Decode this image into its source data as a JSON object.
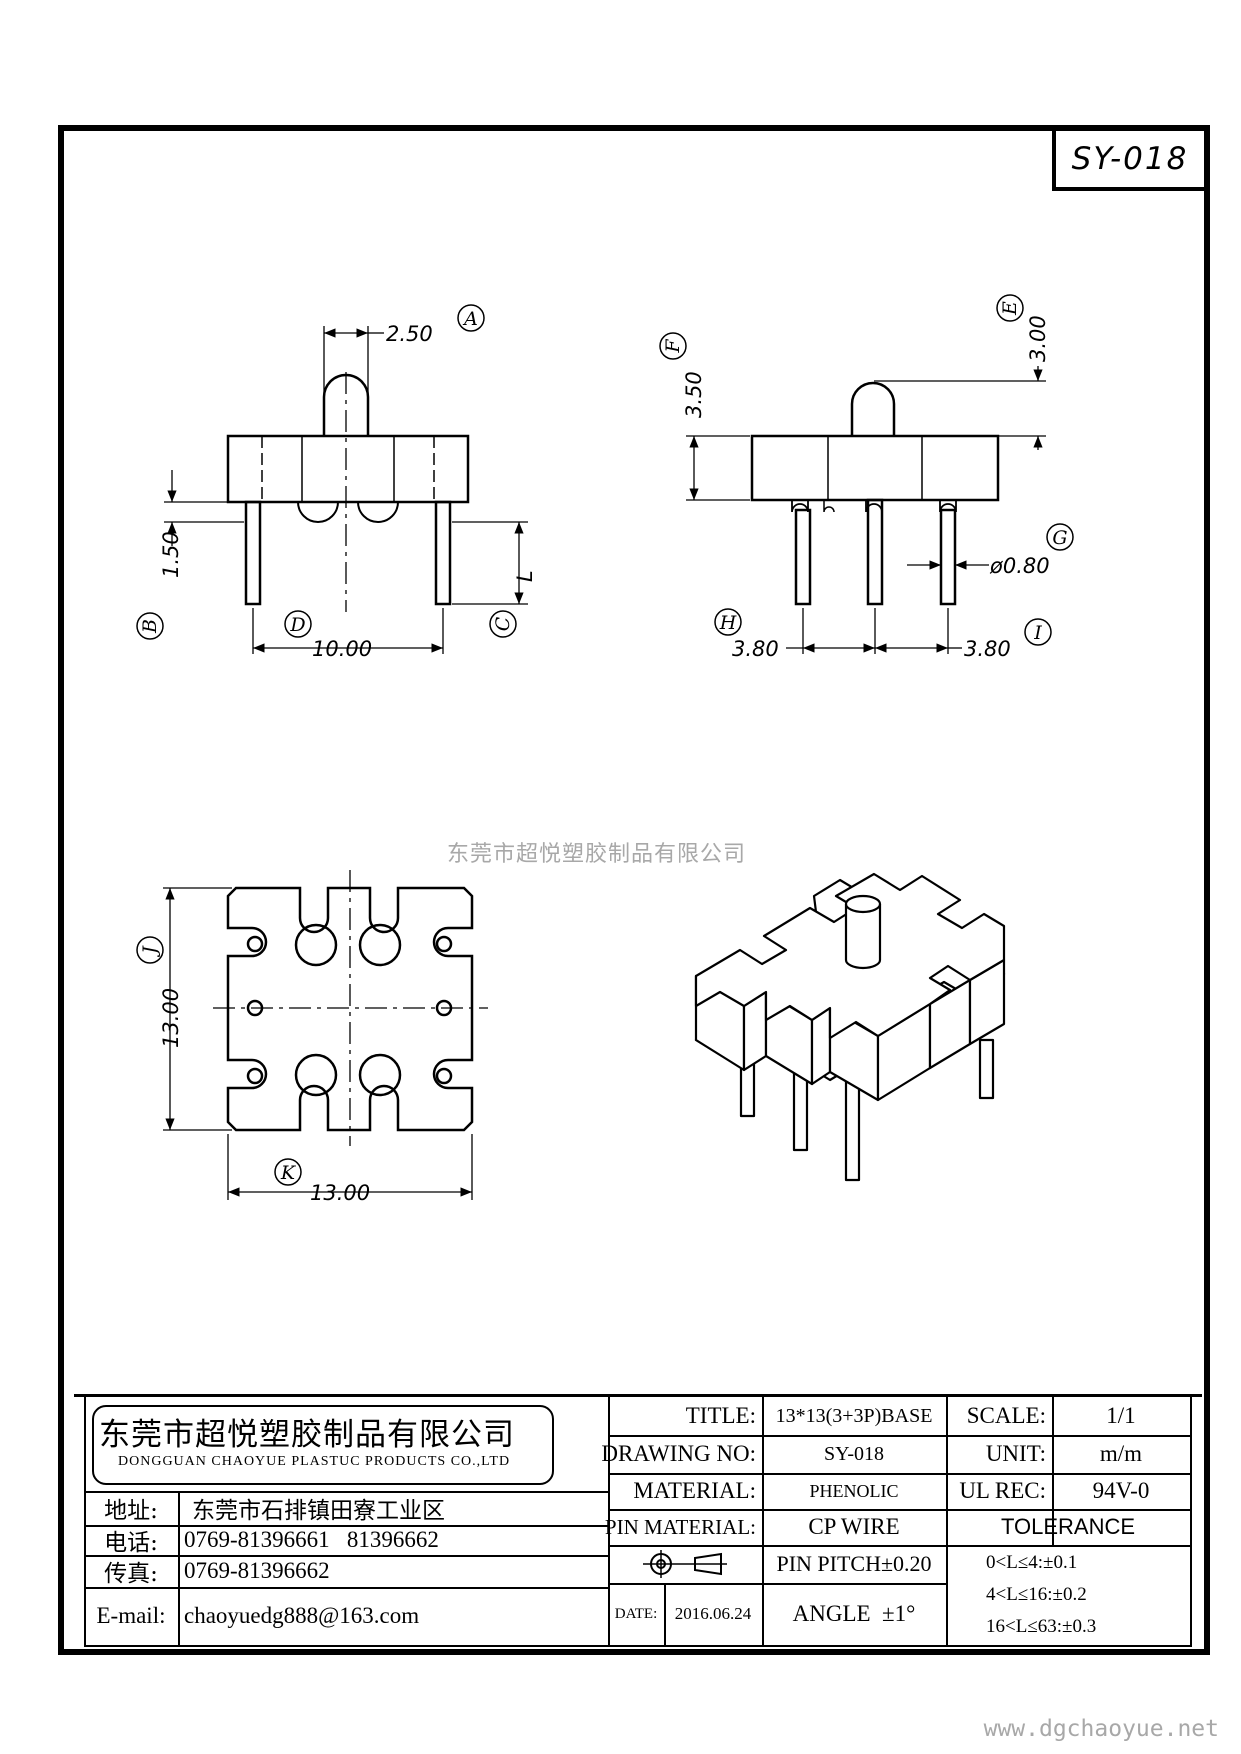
{
  "drawing_code": "SY-018",
  "watermark": "东莞市超悦塑胶制品有限公司",
  "website": "www.dgchaoyue.net",
  "dimensions": {
    "a": "2.50",
    "b": "1.50",
    "d": "10.00",
    "l": "L",
    "e": "3.00",
    "f": "3.50",
    "g": "ø0.80",
    "h": "3.80",
    "i": "3.80",
    "j": "13.00",
    "k": "13.00"
  },
  "callouts": {
    "a": "A",
    "b": "B",
    "c": "C",
    "d": "D",
    "e": "E",
    "f": "F",
    "g": "G",
    "h": "H",
    "i": "I",
    "j": "J",
    "k": "K"
  },
  "title_block": {
    "company_cn": "东莞市超悦塑胶制品有限公司",
    "company_en": "DONGGUAN CHAOYUE PLASTUC PRODUCTS CO.,LTD",
    "address_label": "地址:",
    "address": "东莞市石排镇田寮工业区",
    "phone_label": "电话:",
    "phone": "0769-81396661   81396662",
    "fax_label": "传真:",
    "fax": "0769-81396662",
    "email_label": "E-mail:",
    "email": "chaoyuedg888@163.com",
    "title_label": "TITLE:",
    "title": "13*13(3+3P)BASE",
    "drawing_no_label": "DRAWING NO:",
    "drawing_no": "SY-018",
    "material_label": "MATERIAL:",
    "material": "PHENOLIC",
    "pin_material_label": "PIN MATERIAL:",
    "pin_material": "CP WIRE",
    "pin_pitch": "PIN PITCH±0.20",
    "angle": "ANGLE  ±1°",
    "date_label": "DATE:",
    "date": "2016.06.24",
    "scale_label": "SCALE:",
    "scale": "1/1",
    "unit_label": "UNIT:",
    "unit": "m/m",
    "ul_label": "UL REC:",
    "ul": "94V-0",
    "tolerance_label": "TOLERANCE",
    "tolerance": [
      "0<L≤4:±0.1",
      "4<L≤16:±0.2",
      "16<L≤63:±0.3"
    ]
  }
}
